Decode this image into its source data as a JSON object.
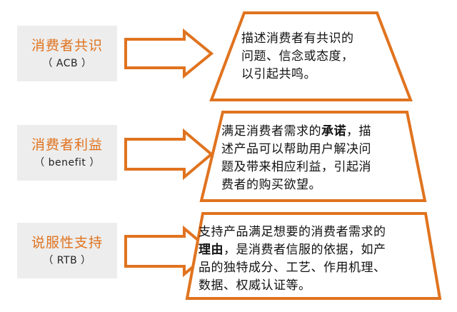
{
  "rows": [
    {
      "title": "消费者共识",
      "subtitle": "（ ACB ）",
      "text": [
        "描述消费者有共识的",
        "问题、信念或态度，",
        "以引起共鸣。"
      ]
    },
    {
      "title": "消费者利益",
      "subtitle": "（ benefit ）",
      "text_parts": {
        "line1_before": "满足消费者需求的",
        "line1_bold": "承诺",
        "line1_after": "，描",
        "line2": "述产品可以帮助用户解决问",
        "line3": "题及带来相应利益，引起消",
        "line4": "费者的购买欲望。"
      }
    },
    {
      "title": "说服性支持",
      "subtitle": "（ RTB ）",
      "text_parts": {
        "line1": "支持产品满足想要的消费者需求的",
        "line2_bold": "理由",
        "line2_after": "，是消费者信服的依据，如产",
        "line3": "品的独特成分、工艺、作用机理、",
        "line4": "数据、权威认证等。"
      }
    }
  ],
  "colors": {
    "accent": "#e0731f",
    "label_bg": "#ededed",
    "text": "#111111"
  }
}
